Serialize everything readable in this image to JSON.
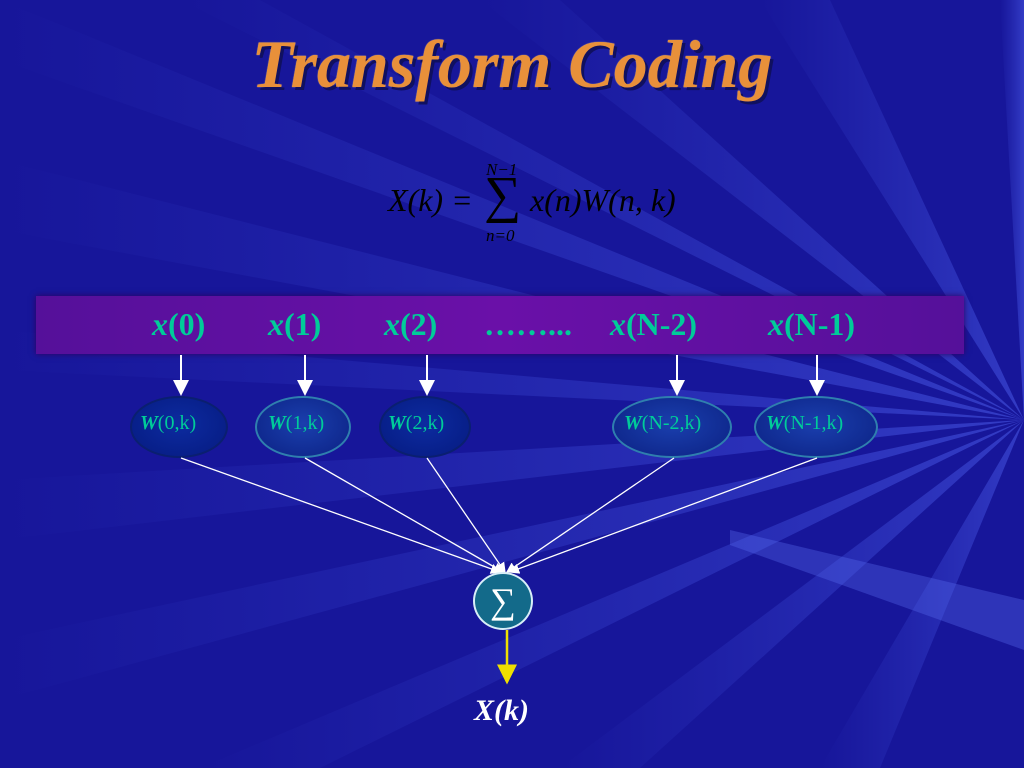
{
  "slide": {
    "title": "Transform Coding",
    "formula": {
      "lhs": "X(k) =",
      "sum_upper": "N−1",
      "sum_symbol": "∑",
      "sum_lower": "n=0",
      "rhs": "x(n)W(n, k)"
    },
    "inputs": [
      {
        "var": "x",
        "arg": "(0)"
      },
      {
        "var": "x",
        "arg": "(1)"
      },
      {
        "var": "x",
        "arg": "(2)"
      },
      {
        "var": "",
        "arg": "……..."
      },
      {
        "var": "x",
        "arg": "(N-2)"
      },
      {
        "var": "x",
        "arg": "(N-1)"
      }
    ],
    "weights": [
      {
        "w": "W",
        "arg": "(0,k)"
      },
      {
        "w": "W",
        "arg": "(1,k)"
      },
      {
        "w": "W",
        "arg": "(2,k)"
      },
      {
        "w": "W",
        "arg": "(N-2,k)"
      },
      {
        "w": "W",
        "arg": "(N-1,k)"
      }
    ],
    "sum_node": "∑",
    "output": "X(k)",
    "colors": {
      "background": "#1a1a9e",
      "title": "#e8903a",
      "band": "#6a10a8",
      "label": "#00cc99",
      "wire": "#ffffff",
      "output_arrow": "#f0e000"
    }
  }
}
